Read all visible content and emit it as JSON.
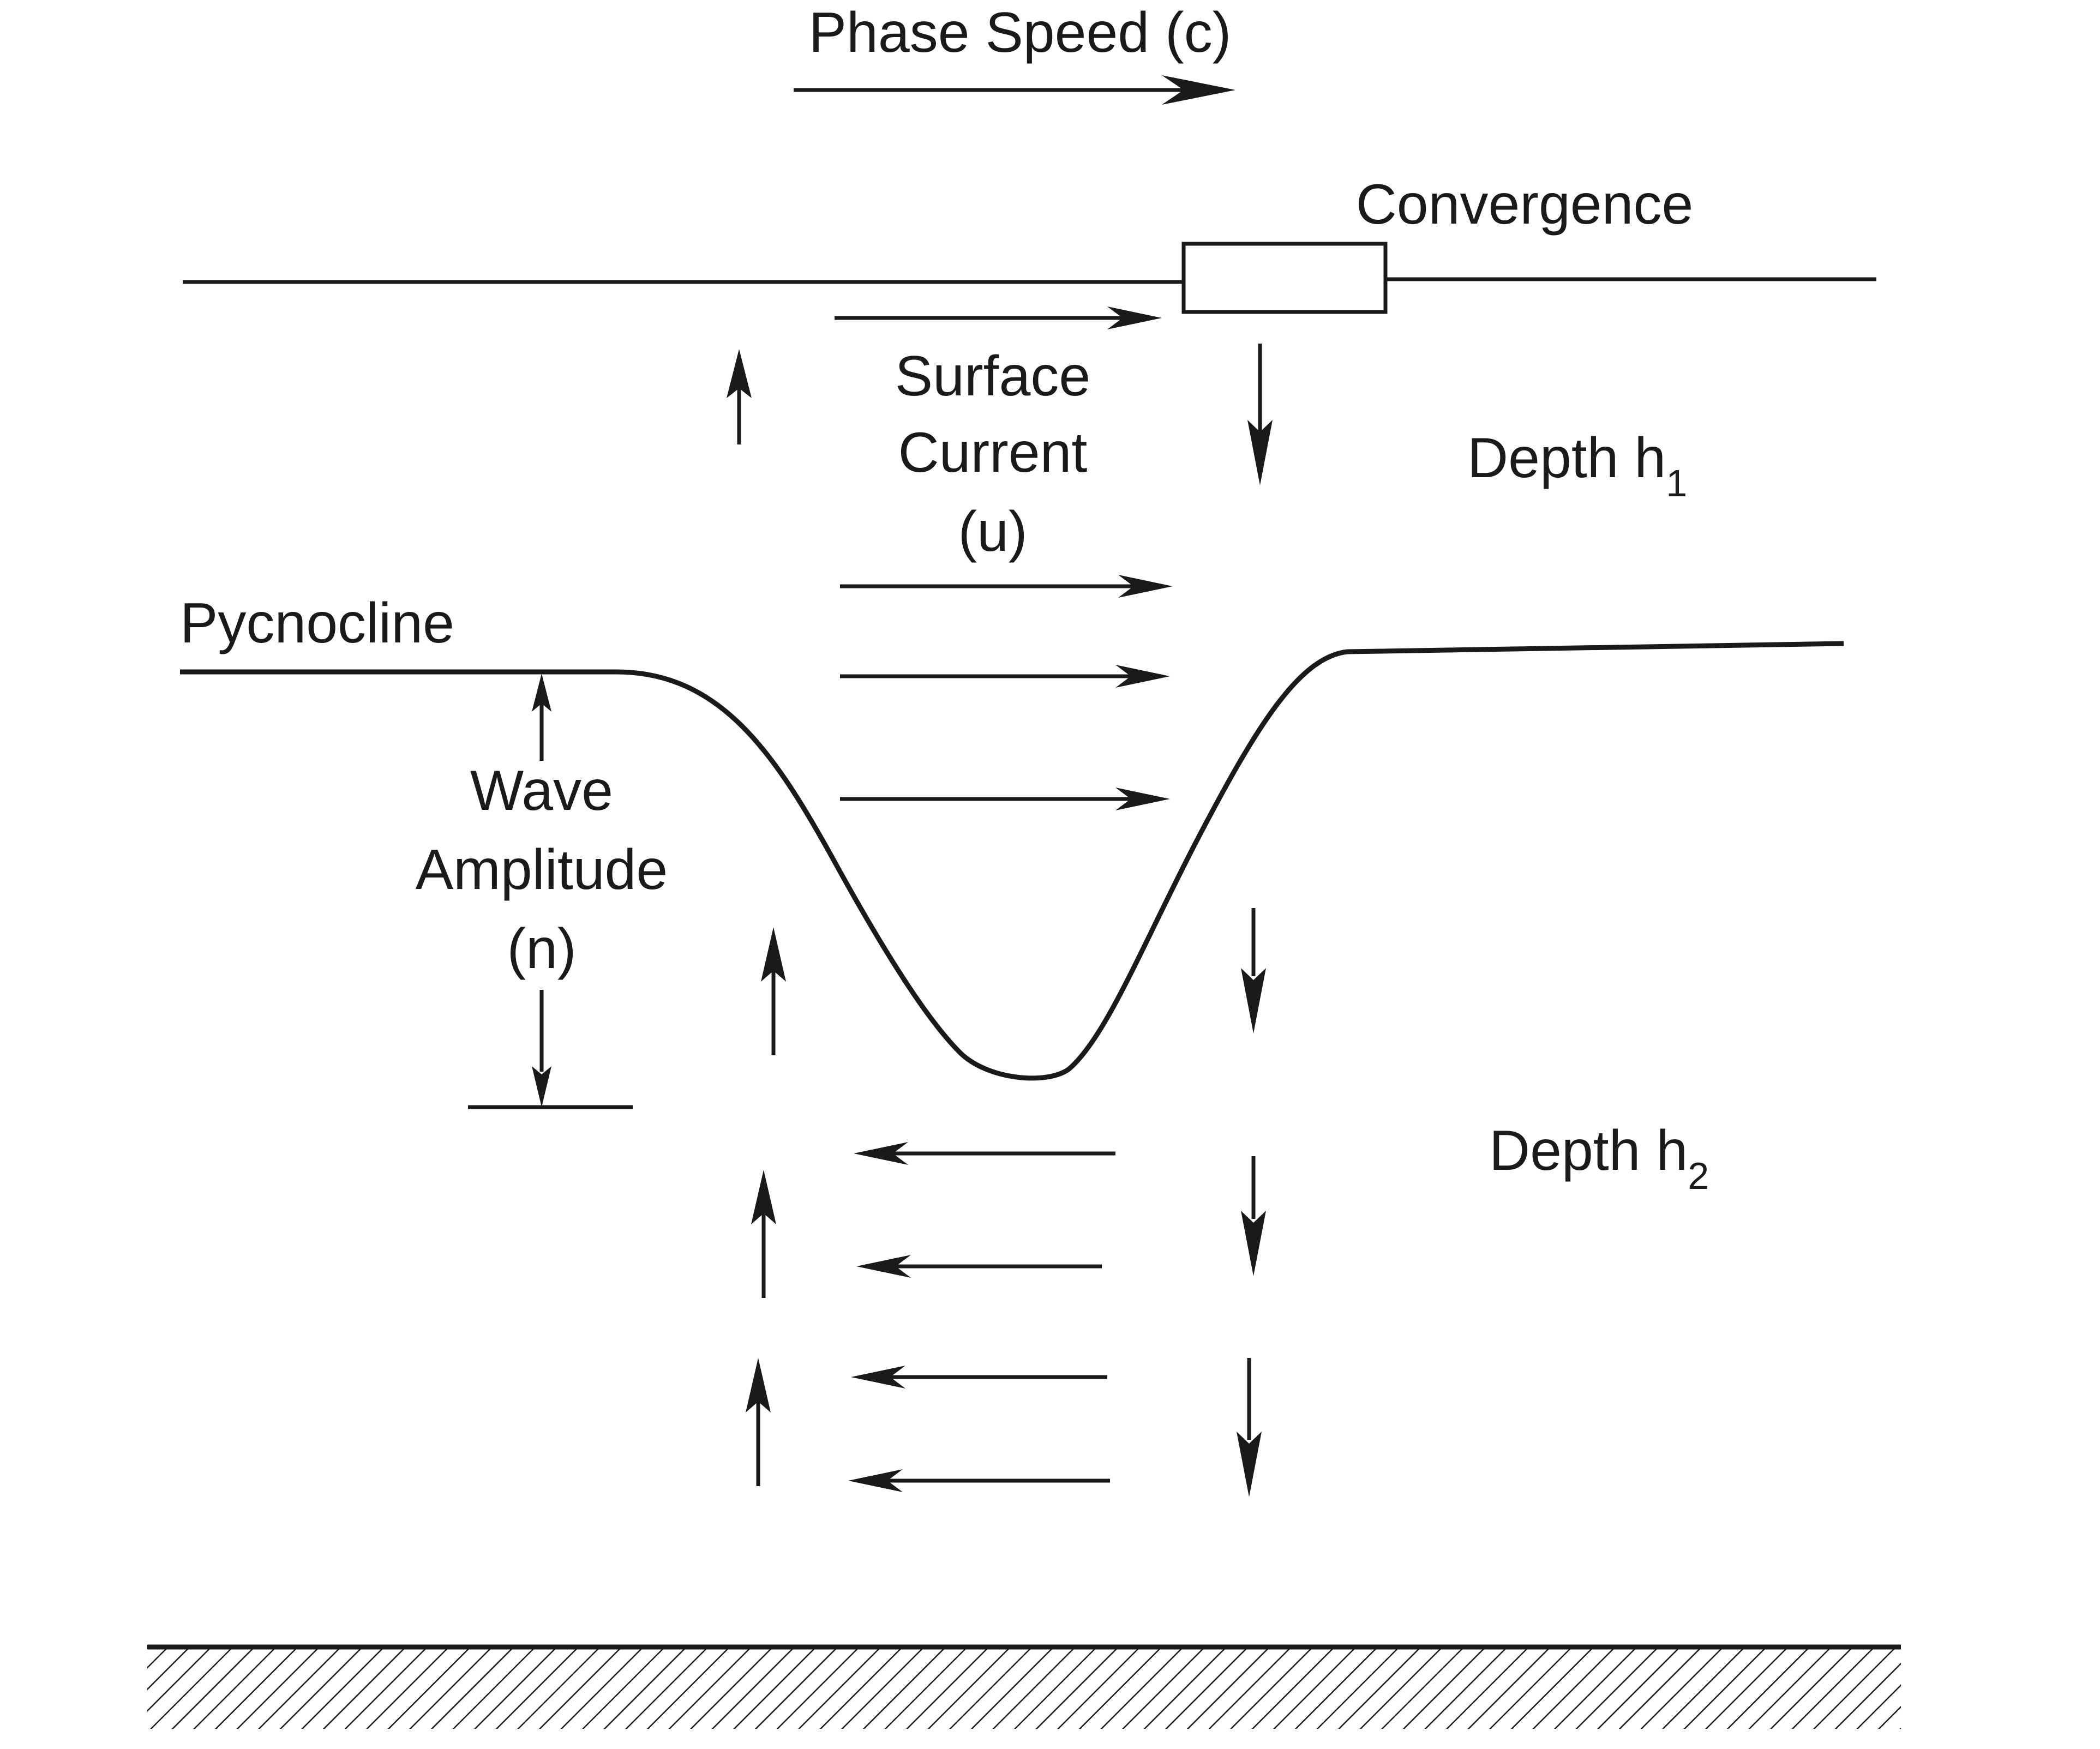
{
  "labels": {
    "phase_speed": "Phase Speed (c)",
    "convergence": "Convergence",
    "surface_current": [
      "Surface",
      "Current",
      "(u)"
    ],
    "depth_h1": {
      "text": "Depth h",
      "subscript": "1"
    },
    "depth_h2": {
      "text": "Depth h",
      "subscript": "2"
    },
    "pycnocline": "Pycnocline",
    "wave_amplitude": [
      "Wave",
      "Amplitude",
      "(n)"
    ]
  },
  "colors": {
    "ink": "#1a1a1a",
    "background": "#ffffff"
  }
}
